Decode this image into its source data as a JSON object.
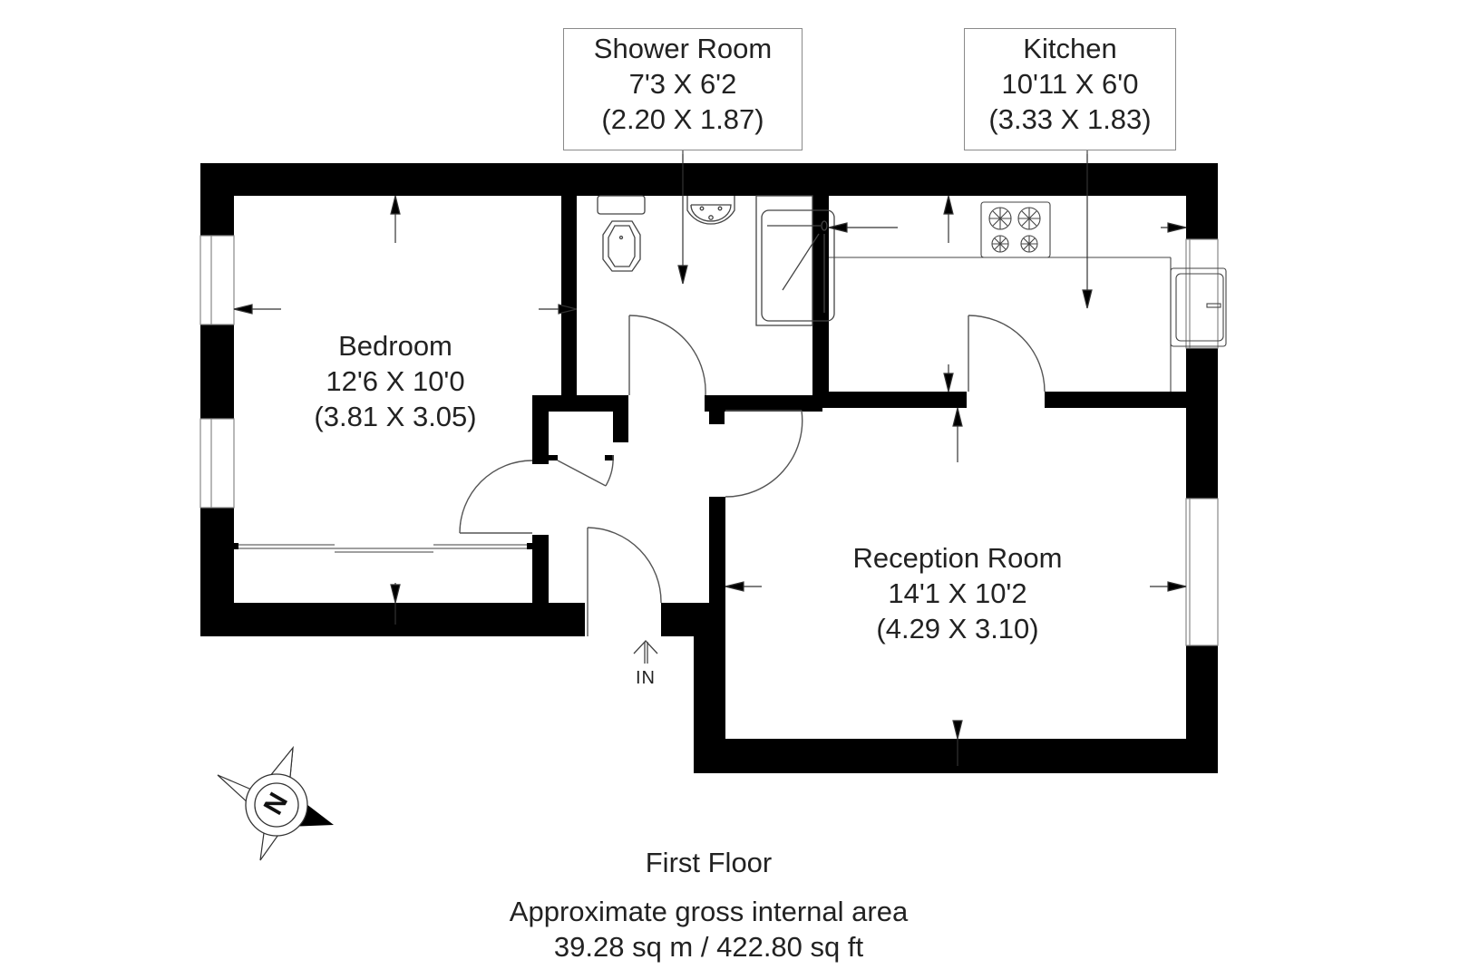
{
  "floor_plan": {
    "floor_name": "First Floor",
    "area_title": "Approximate gross internal area",
    "area_value": "39.28 sq m / 422.80 sq ft",
    "entrance_label": "IN",
    "compass_label": "N",
    "rooms": {
      "shower_room": {
        "name": "Shower Room",
        "imperial": "7'3 X 6'2",
        "metric": "(2.20 X 1.87)"
      },
      "kitchen": {
        "name": "Kitchen",
        "imperial": "10'11 X 6'0",
        "metric": "(3.33 X 1.83)"
      },
      "bedroom": {
        "name": "Bedroom",
        "imperial": "12'6 X 10'0",
        "metric": "(3.81 X 3.05)"
      },
      "reception_room": {
        "name": "Reception Room",
        "imperial": "14'1 X 10'2",
        "metric": "(4.29 X 3.10)"
      }
    },
    "colors": {
      "wall": "#000000",
      "line": "#555555",
      "text": "#222222",
      "background": "#ffffff"
    }
  }
}
